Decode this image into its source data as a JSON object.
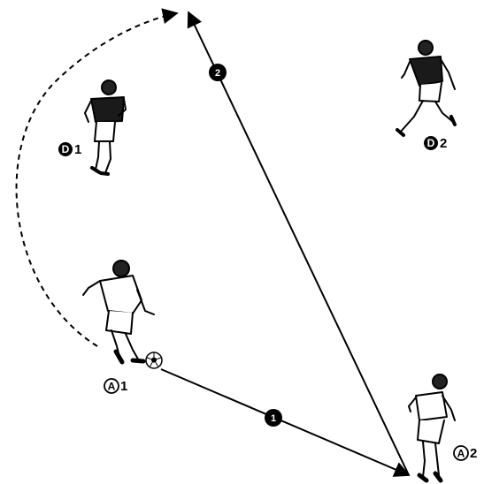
{
  "colors": {
    "ink": "#000000",
    "paper": "#ffffff",
    "dark_shirt": "#1a1a1a"
  },
  "players": [
    {
      "id": "D1",
      "letter": "D",
      "number": "1",
      "team": "defender",
      "shirt": "dark"
    },
    {
      "id": "D2",
      "letter": "D",
      "number": "2",
      "team": "defender",
      "shirt": "dark"
    },
    {
      "id": "A1",
      "letter": "A",
      "number": "1",
      "team": "attacker",
      "shirt": "white",
      "has_ball": true
    },
    {
      "id": "A2",
      "letter": "A",
      "number": "2",
      "team": "attacker",
      "shirt": "white"
    }
  ],
  "steps": [
    {
      "number": "1",
      "description_line": "solid"
    },
    {
      "number": "2",
      "description_line": "solid"
    }
  ],
  "labels": {
    "d1_letter": "D",
    "d1_number": "1",
    "d2_letter": "D",
    "d2_number": "2",
    "a1_letter": "A",
    "a1_number": "1",
    "a2_letter": "A",
    "a2_number": "2",
    "step1": "1",
    "step2": "2"
  },
  "icons": [
    "soccer-ball-icon",
    "arrowhead-icon"
  ]
}
